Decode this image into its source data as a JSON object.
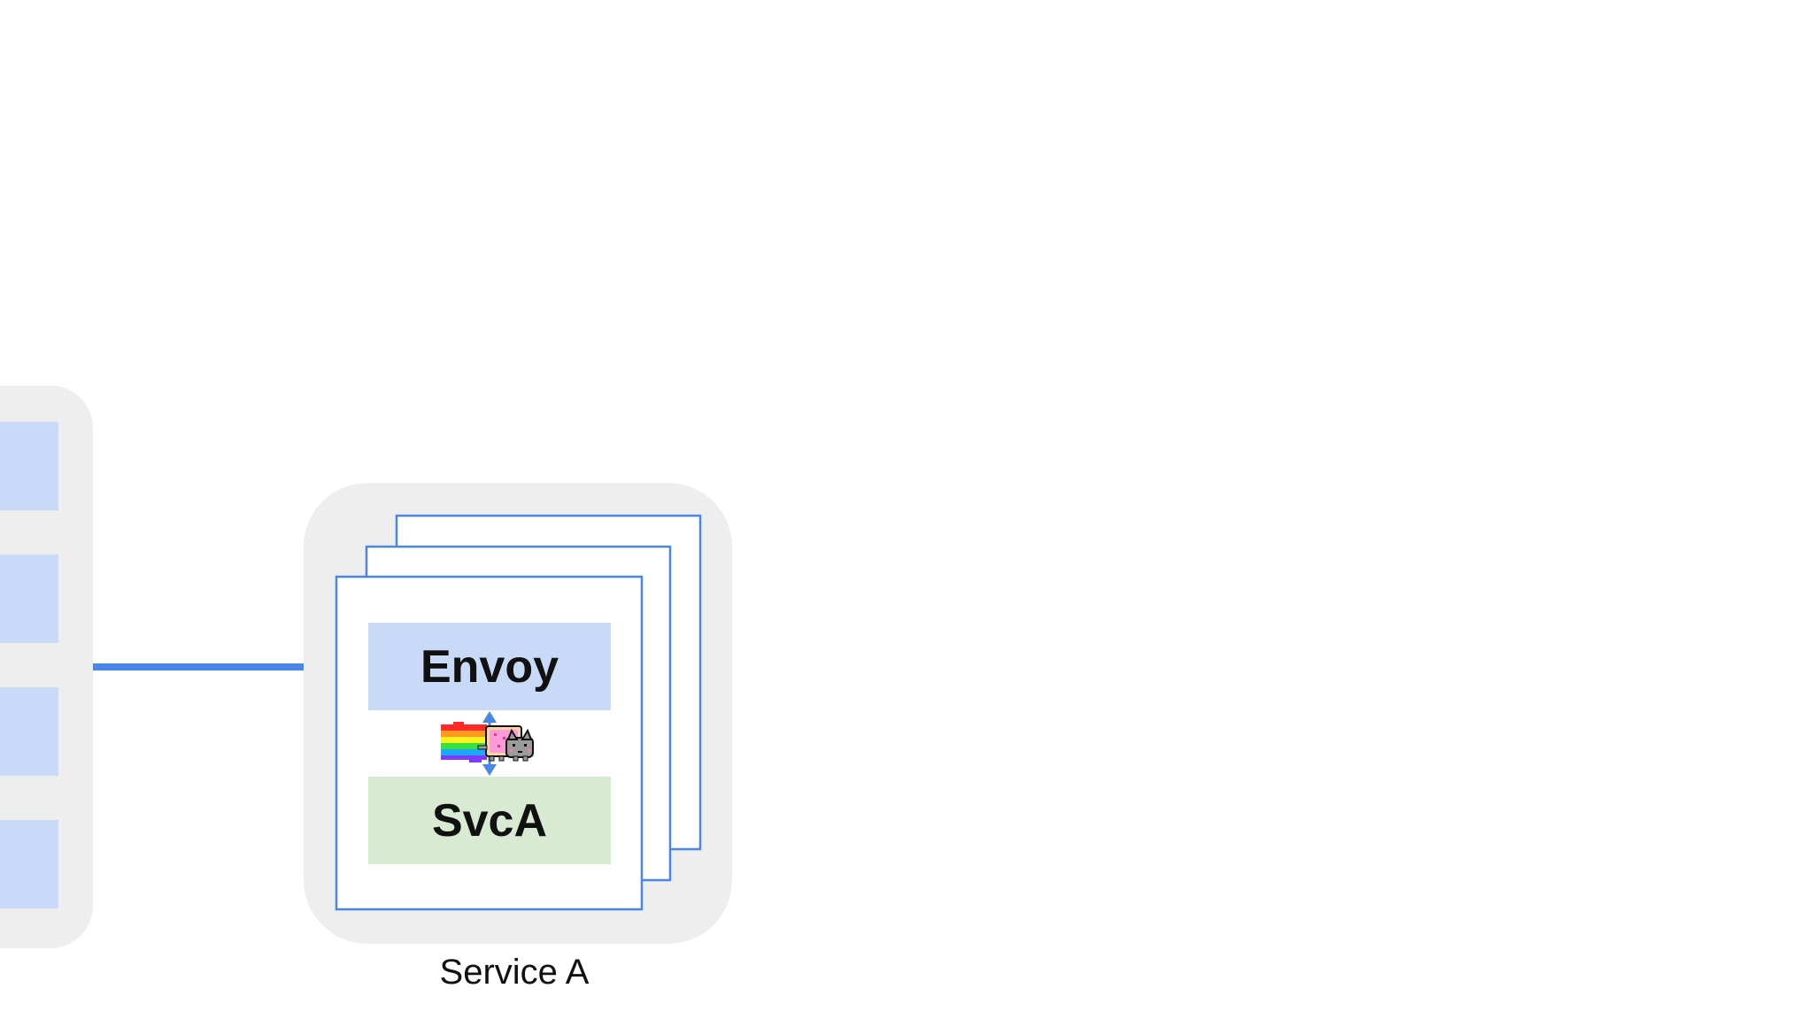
{
  "service": {
    "caption": "Service A",
    "proxy_label": "Envoy",
    "app_label": "SvcA"
  },
  "colors": {
    "group_background": "#eeeeef",
    "card_border": "#4a86e8",
    "card_fill": "#ffffff",
    "proxy_fill": "#c9daf8",
    "app_fill": "#d9ead3",
    "arrow": "#4a86e8",
    "left_slot_fill": "#c9daf8"
  },
  "icons": {
    "mascot": "nyan-cat-icon",
    "connector": "double-arrow-icon"
  }
}
